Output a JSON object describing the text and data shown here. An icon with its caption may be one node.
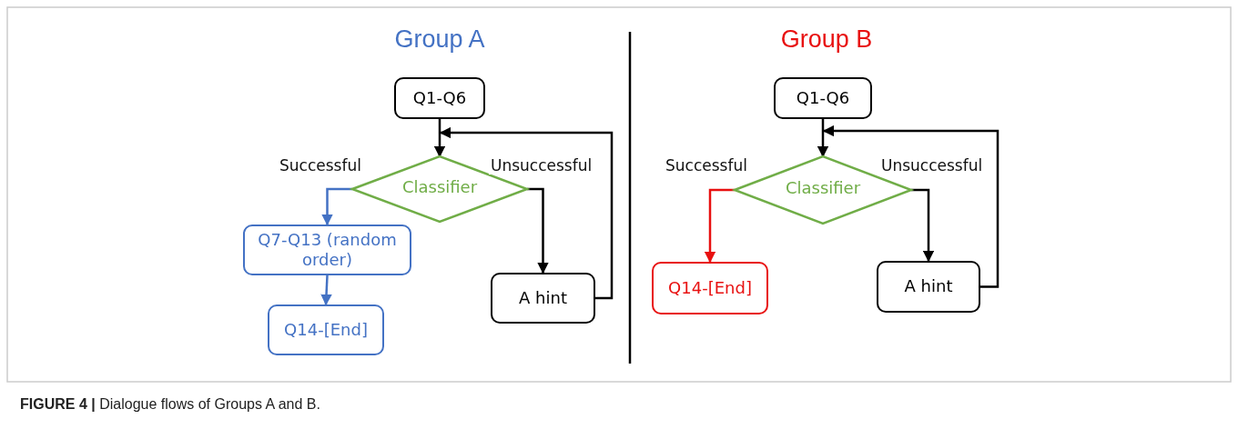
{
  "diagram": {
    "caption": "**FIGURE 4 |** Dialogue flows of Groups A and B.",
    "nodes": [
      {
        "text": [
          "Q1-Q6"
        ]
      },
      {
        "text": [
          "Classifier"
        ]
      },
      {
        "text": [
          "Q7-Q13 (random order)"
        ]
      },
      {
        "text": [
          "Q14-[End]"
        ]
      },
      {
        "text": [
          "A hint"
        ]
      },
      {
        "text": [
          "Q1-Q6"
        ]
      },
      {
        "text": [
          "Classifier"
        ]
      },
      {
        "text": [
          "Q14-[End]"
        ]
      },
      {
        "text": [
          "A hint"
        ]
      }
    ],
    "edges": [
      {
        "from": 0,
        "to": 1,
        "arrow": "to"
      },
      {
        "from": 1,
        "to": 2,
        "arrow": "to",
        "label": "Successful",
        "color": "#4472c4"
      },
      {
        "from": 2,
        "to": 3,
        "arrow": "to",
        "color": "#4472c4"
      },
      {
        "from": 1,
        "to": 4,
        "arrow": "to",
        "label": "Unsuccessful"
      },
      {
        "from": 4,
        "to": 1,
        "arrow": "to"
      },
      {
        "from": 5,
        "to": 6,
        "arrow": "to"
      },
      {
        "from": 6,
        "to": 7,
        "arrow": "to",
        "label": "Successful",
        "color": "#e81010"
      },
      {
        "from": 6,
        "to": 8,
        "arrow": "to",
        "label": "Unsuccessful"
      },
      {
        "from": 8,
        "to": 6,
        "arrow": "to"
      }
    ],
    "labels": [
      "Group A",
      "Group B"
    ]
  }
}
